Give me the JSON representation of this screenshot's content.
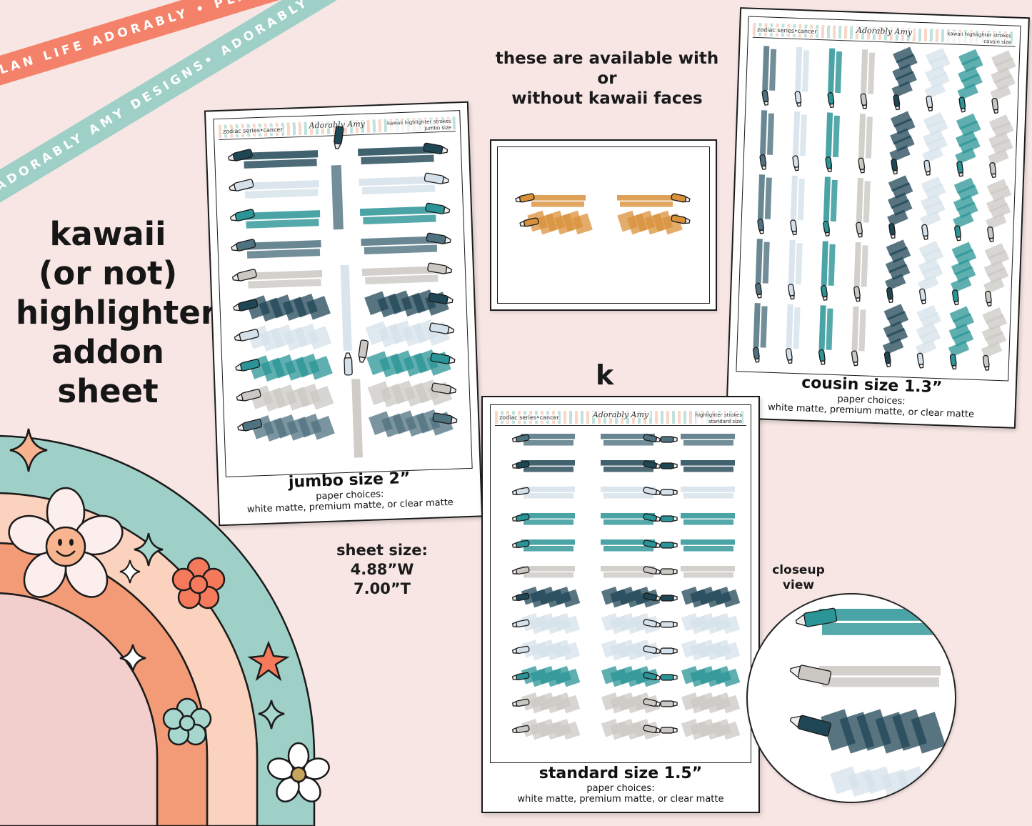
{
  "ribbons": {
    "orange_text": "PLAN LIFE ADORABLY • PLAN LIFE ADORABLY • PLAN LIFE ADORABLY • PLAN LIFE ADORABLY •",
    "teal_text": "ADORABLY AMY DESIGNS• ADORABLY AMY DESIGNS• ADORABLY AMY DESIGNS• ADORABLY AMY DESIGNS•"
  },
  "headline": [
    "kawaii",
    "(or not)",
    "highlighter",
    "addon",
    "sheet"
  ],
  "availability_note": [
    "these are available with",
    "or",
    "without kawaii faces"
  ],
  "k_letter": "k",
  "sheet_size": {
    "label": "sheet size:",
    "width": "4.88”W",
    "height": "7.00”T"
  },
  "closeup": {
    "label_line1": "closeup",
    "label_line2": "view"
  },
  "sheets": {
    "jumbo": {
      "header_left": "zodiac series•cancer",
      "header_brand": "Adorably Amy",
      "header_right_1": "kawaii highlighter strokes",
      "header_right_2": "jumbo size",
      "size_label": "jumbo size 2”",
      "paper_label": "paper choices:",
      "paper_options": "white matte, premium matte, or clear matte"
    },
    "cousin": {
      "header_left": "zodiac series•cancer",
      "header_brand": "Adorably Amy",
      "header_right_1": "kawaii highlighter strokes",
      "header_right_2": "cousin size",
      "size_label": "cousin size 1.3”",
      "paper_label": "paper choices:",
      "paper_options": "white matte, premium matte, or clear matte"
    },
    "standard": {
      "header_left": "zodiac series•cancer",
      "header_brand": "Adorably Amy",
      "header_right_1": "highlighter strokes",
      "header_right_2": "standard size",
      "size_label": "standard size 1.5”",
      "paper_label": "paper choices:",
      "paper_options": "white matte, premium matte, or clear matte"
    }
  },
  "colors": {
    "background": "#f7e6e4",
    "navy": "#1f4655",
    "slate": "#4f7280",
    "ice": "#d5e1ea",
    "teal": "#2a9496",
    "gray": "#cbc8c3",
    "orange": "#d9903a",
    "ribbon_orange": "#f4826a",
    "ribbon_teal": "#9fd0c8"
  },
  "icons": [
    "highlighter-marker-icon",
    "flower-icon",
    "sparkle-star-icon",
    "smiley-face-icon"
  ]
}
